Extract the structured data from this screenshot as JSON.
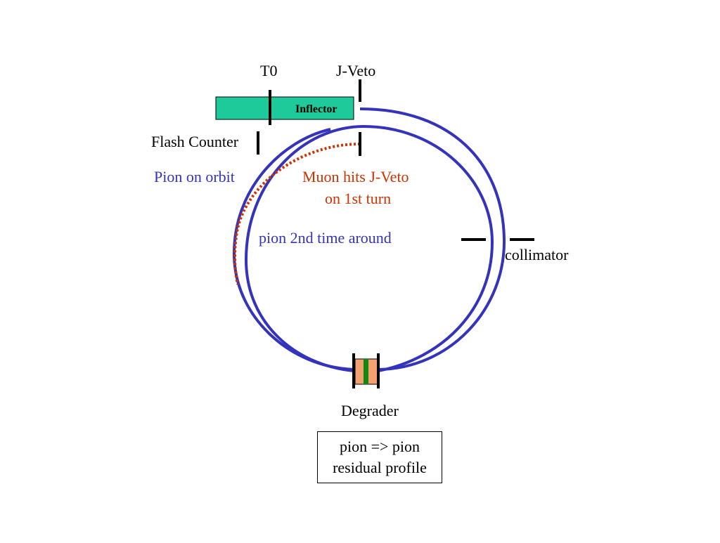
{
  "labels": {
    "t0": "T0",
    "j_veto": "J-Veto",
    "inflector": "Inflector",
    "flash_counter": "Flash Counter",
    "pion_on_orbit": "Pion on orbit",
    "muon_hits_line1": "Muon hits J-Veto",
    "muon_hits_line2": "on 1st turn",
    "pion_2nd_time": "pion 2nd time around",
    "collimator": "collimator",
    "degrader": "Degrader"
  },
  "profile_box": {
    "line1": "pion => pion",
    "line2": "residual profile"
  },
  "colors": {
    "orbit_blue": "#3333bb",
    "muon_red": "#cc3300",
    "inflector_fill": "#1ec99a",
    "degrader_fill": "#f4a070",
    "degrader_center": "#118811",
    "label_blue": "#3333bb",
    "label_red": "#cc3300"
  }
}
